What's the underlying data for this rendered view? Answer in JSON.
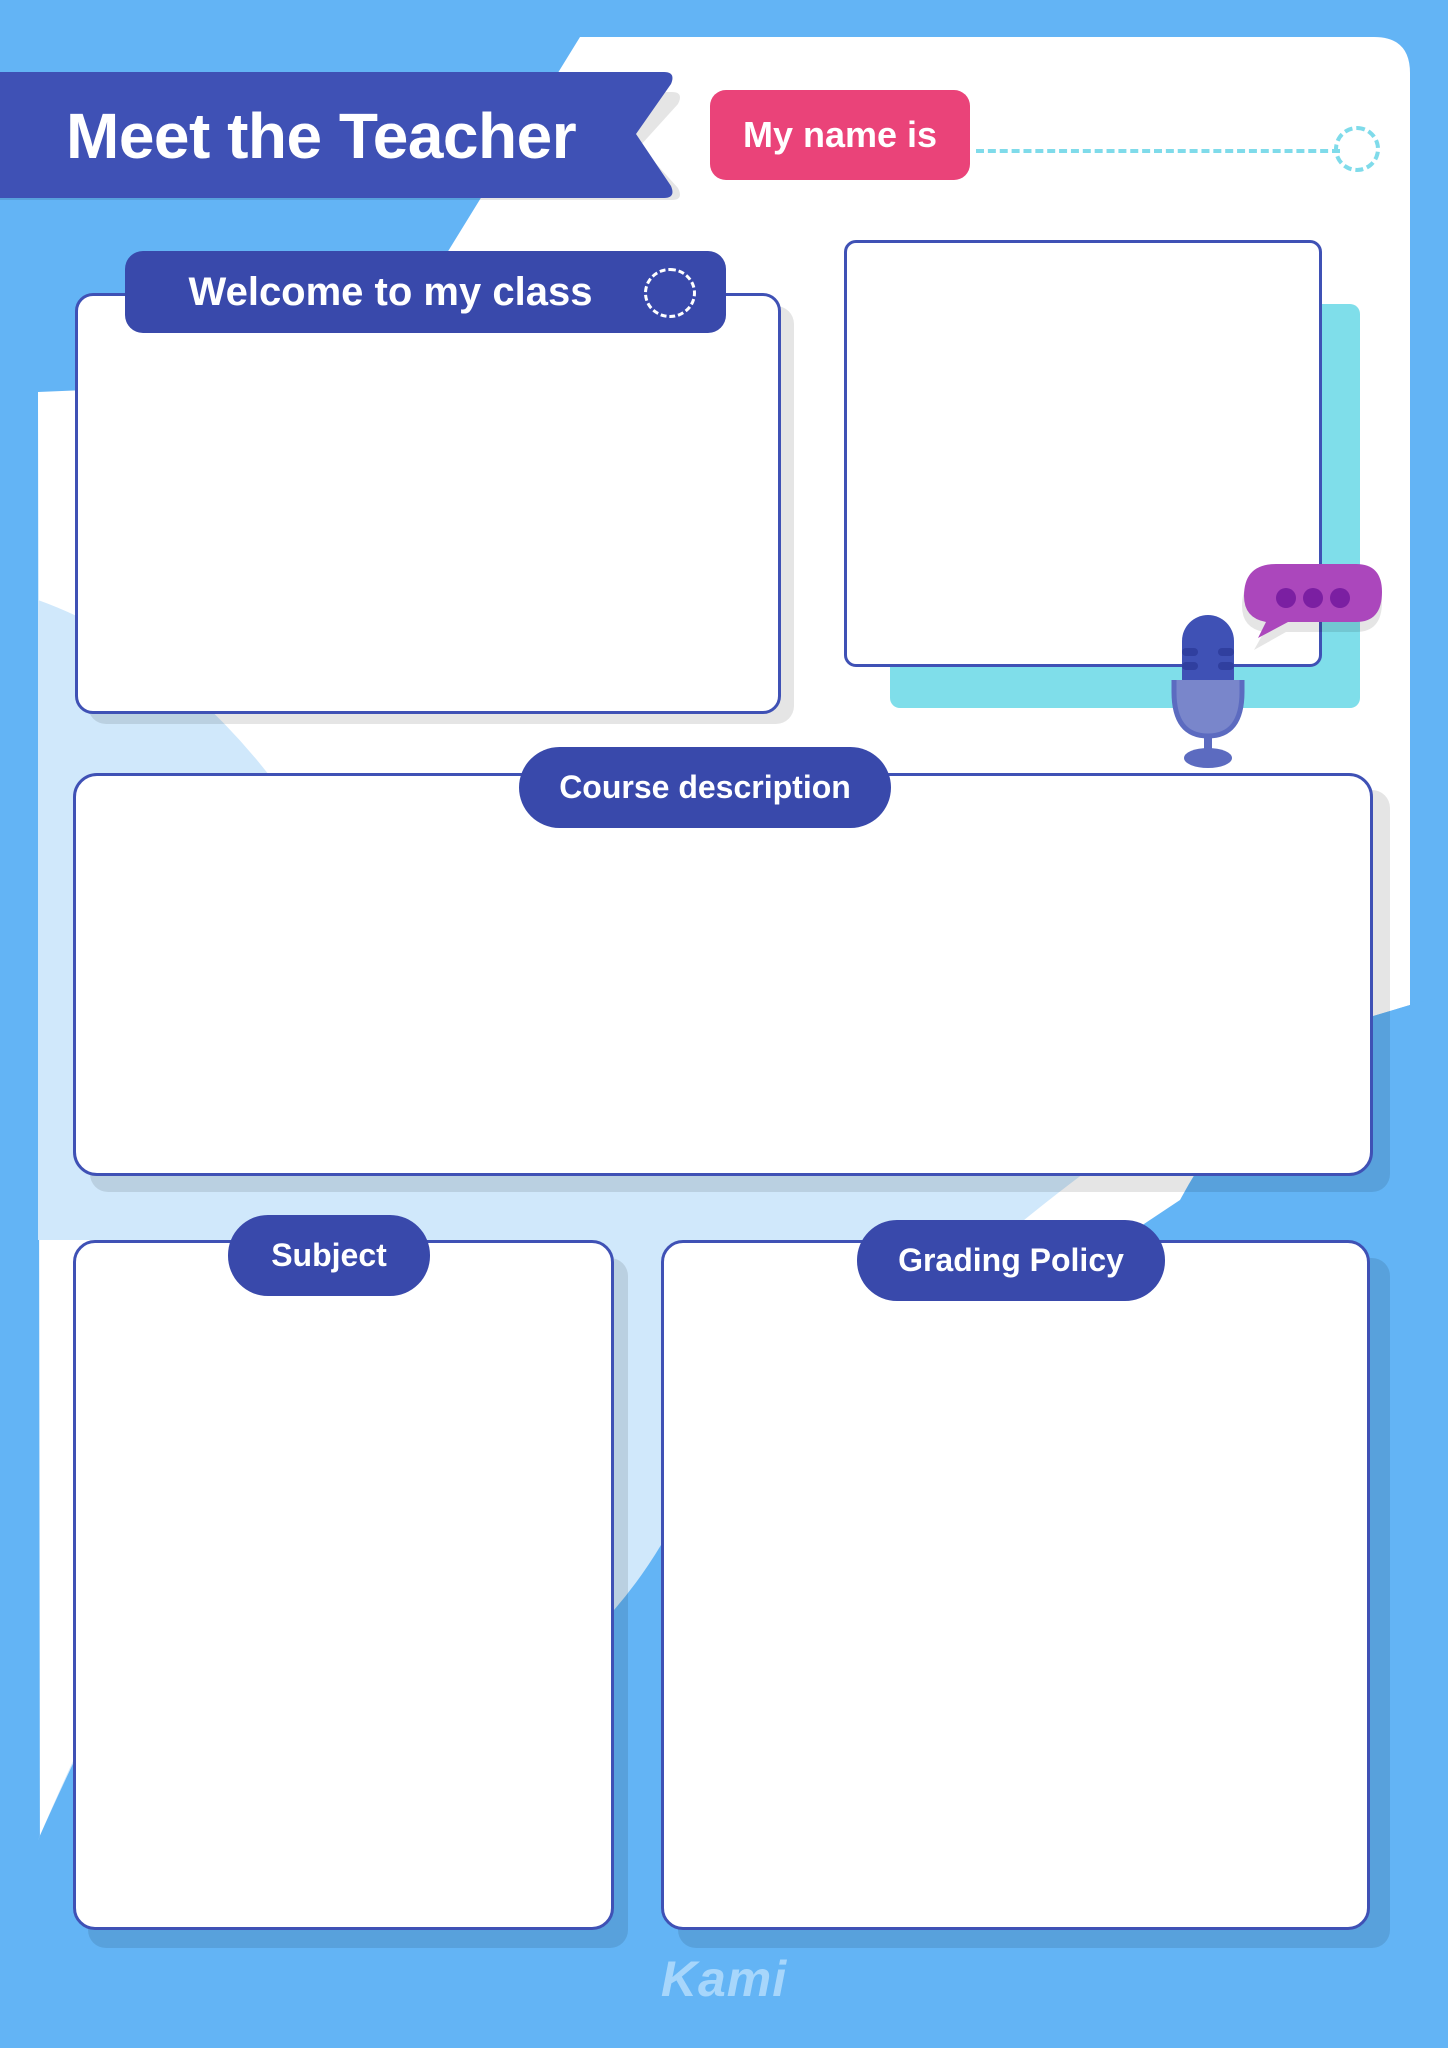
{
  "worksheet": {
    "title": "Meet the Teacher",
    "name_label": "My name is",
    "name_value": "",
    "sections": {
      "welcome": {
        "label": "Welcome to my class",
        "content": ""
      },
      "photo": {
        "content": ""
      },
      "course_description": {
        "label": "Course description",
        "content": ""
      },
      "subject": {
        "label": "Subject",
        "content": ""
      },
      "grading_policy": {
        "label": "Grading Policy",
        "content": ""
      }
    },
    "icons": {
      "speech_bubble": "speech-bubble-icon",
      "microphone": "microphone-icon"
    },
    "brand": "Kami"
  },
  "colors": {
    "background": "#63b4f5",
    "paper": "#ffffff",
    "light_blue_shape": "#d0e8fb",
    "banner": "#3f51b5",
    "label_pill": "#3949ab",
    "card_border": "#3f51b5",
    "name_pill": "#ea4379",
    "dashed_accent": "#7fdbea",
    "photo_backing": "#7fdeea",
    "speech_bubble": "#ab47bc",
    "speech_dots": "#7b1fa2",
    "kami_logo": "#a7d6fb"
  }
}
